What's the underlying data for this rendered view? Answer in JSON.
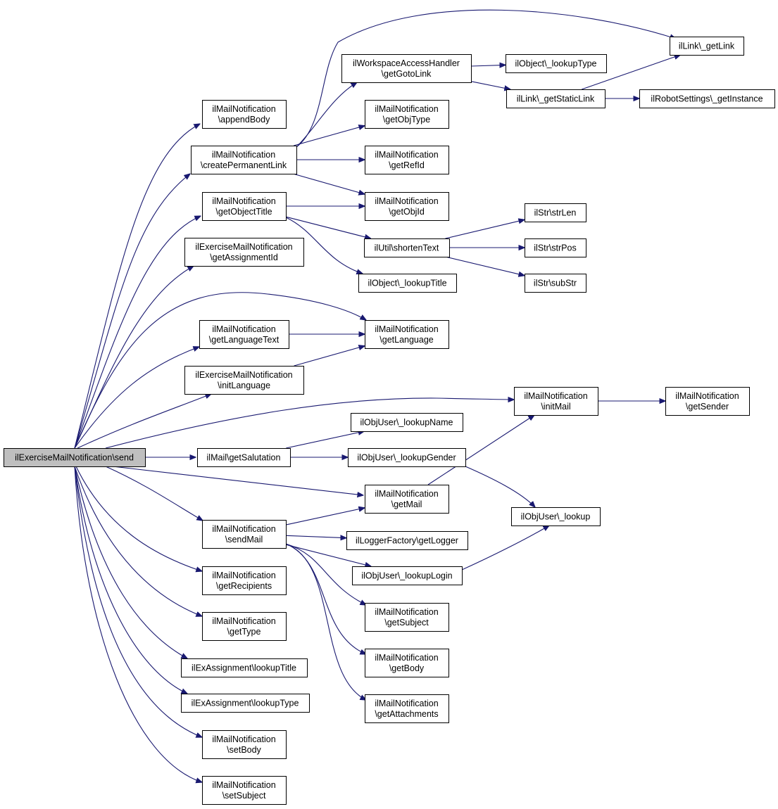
{
  "diagram": {
    "title": "",
    "edge_color": "#191970",
    "root_fill": "#bfbfbf",
    "nodes": [
      {
        "id": "send",
        "lines": [
          "ilExerciseMailNotification\\send"
        ],
        "root": true
      },
      {
        "id": "appendBody",
        "lines": [
          "ilMailNotification",
          "\\appendBody"
        ]
      },
      {
        "id": "createPermanentLink",
        "lines": [
          "ilMailNotification",
          "\\createPermanentLink"
        ]
      },
      {
        "id": "getObjectTitle",
        "lines": [
          "ilMailNotification",
          "\\getObjectTitle"
        ]
      },
      {
        "id": "getAssignmentId",
        "lines": [
          "ilExerciseMailNotification",
          "\\getAssignmentId"
        ]
      },
      {
        "id": "getLanguageText",
        "lines": [
          "ilMailNotification",
          "\\getLanguageText"
        ]
      },
      {
        "id": "initLanguage",
        "lines": [
          "ilExerciseMailNotification",
          "\\initLanguage"
        ]
      },
      {
        "id": "getSalutation",
        "lines": [
          "ilMail\\getSalutation"
        ]
      },
      {
        "id": "sendMail",
        "lines": [
          "ilMailNotification",
          "\\sendMail"
        ]
      },
      {
        "id": "getRecipients",
        "lines": [
          "ilMailNotification",
          "\\getRecipients"
        ]
      },
      {
        "id": "getType",
        "lines": [
          "ilMailNotification",
          "\\getType"
        ]
      },
      {
        "id": "exLookupTitle",
        "lines": [
          "ilExAssignment\\lookupTitle"
        ]
      },
      {
        "id": "exLookupType",
        "lines": [
          "ilExAssignment\\lookupType"
        ]
      },
      {
        "id": "setBody",
        "lines": [
          "ilMailNotification",
          "\\setBody"
        ]
      },
      {
        "id": "setSubject",
        "lines": [
          "ilMailNotification",
          "\\setSubject"
        ]
      },
      {
        "id": "getGotoLink",
        "lines": [
          "ilWorkspaceAccessHandler",
          "\\getGotoLink"
        ]
      },
      {
        "id": "getObjType",
        "lines": [
          "ilMailNotification",
          "\\getObjType"
        ]
      },
      {
        "id": "getRefId",
        "lines": [
          "ilMailNotification",
          "\\getRefId"
        ]
      },
      {
        "id": "getObjId",
        "lines": [
          "ilMailNotification",
          "\\getObjId"
        ]
      },
      {
        "id": "shortenText",
        "lines": [
          "ilUtil\\shortenText"
        ]
      },
      {
        "id": "lookupTitle",
        "lines": [
          "ilObject\\_lookupTitle"
        ]
      },
      {
        "id": "getLanguage",
        "lines": [
          "ilMailNotification",
          "\\getLanguage"
        ]
      },
      {
        "id": "initMail",
        "lines": [
          "ilMailNotification",
          "\\initMail"
        ]
      },
      {
        "id": "lookupName",
        "lines": [
          "ilObjUser\\_lookupName"
        ]
      },
      {
        "id": "lookupGender",
        "lines": [
          "ilObjUser\\_lookupGender"
        ]
      },
      {
        "id": "getMail",
        "lines": [
          "ilMailNotification",
          "\\getMail"
        ]
      },
      {
        "id": "getLogger",
        "lines": [
          "ilLoggerFactory\\getLogger"
        ]
      },
      {
        "id": "lookupLogin",
        "lines": [
          "ilObjUser\\_lookupLogin"
        ]
      },
      {
        "id": "getSubject",
        "lines": [
          "ilMailNotification",
          "\\getSubject"
        ]
      },
      {
        "id": "getBody",
        "lines": [
          "ilMailNotification",
          "\\getBody"
        ]
      },
      {
        "id": "getAttachments",
        "lines": [
          "ilMailNotification",
          "\\getAttachments"
        ]
      },
      {
        "id": "lookupType",
        "lines": [
          "ilObject\\_lookupType"
        ]
      },
      {
        "id": "getStaticLink",
        "lines": [
          "ilLink\\_getStaticLink"
        ]
      },
      {
        "id": "getLink",
        "lines": [
          "ilLink\\_getLink"
        ]
      },
      {
        "id": "getInstance",
        "lines": [
          "ilRobotSettings\\_getInstance"
        ]
      },
      {
        "id": "strLen",
        "lines": [
          "ilStr\\strLen"
        ]
      },
      {
        "id": "strPos",
        "lines": [
          "ilStr\\strPos"
        ]
      },
      {
        "id": "subStr",
        "lines": [
          "ilStr\\subStr"
        ]
      },
      {
        "id": "getSender",
        "lines": [
          "ilMailNotification",
          "\\getSender"
        ]
      },
      {
        "id": "lookup",
        "lines": [
          "ilObjUser\\_lookup"
        ]
      }
    ],
    "edges": [
      [
        "send",
        "appendBody"
      ],
      [
        "send",
        "createPermanentLink"
      ],
      [
        "send",
        "getObjectTitle"
      ],
      [
        "send",
        "getAssignmentId"
      ],
      [
        "send",
        "getLanguage"
      ],
      [
        "send",
        "getLanguageText"
      ],
      [
        "send",
        "initLanguage"
      ],
      [
        "send",
        "initMail"
      ],
      [
        "send",
        "getSalutation"
      ],
      [
        "send",
        "getMail"
      ],
      [
        "send",
        "sendMail"
      ],
      [
        "send",
        "getRecipients"
      ],
      [
        "send",
        "getType"
      ],
      [
        "send",
        "exLookupTitle"
      ],
      [
        "send",
        "exLookupType"
      ],
      [
        "send",
        "setBody"
      ],
      [
        "send",
        "setSubject"
      ],
      [
        "createPermanentLink",
        "getGotoLink"
      ],
      [
        "createPermanentLink",
        "getLink"
      ],
      [
        "createPermanentLink",
        "getObjType"
      ],
      [
        "createPermanentLink",
        "getRefId"
      ],
      [
        "createPermanentLink",
        "getObjId"
      ],
      [
        "getGotoLink",
        "lookupType"
      ],
      [
        "getGotoLink",
        "getStaticLink"
      ],
      [
        "getStaticLink",
        "getLink"
      ],
      [
        "getStaticLink",
        "getInstance"
      ],
      [
        "getObjectTitle",
        "getObjId"
      ],
      [
        "getObjectTitle",
        "shortenText"
      ],
      [
        "getObjectTitle",
        "lookupTitle"
      ],
      [
        "shortenText",
        "strLen"
      ],
      [
        "shortenText",
        "strPos"
      ],
      [
        "shortenText",
        "subStr"
      ],
      [
        "getLanguageText",
        "getLanguage"
      ],
      [
        "initLanguage",
        "getLanguage"
      ],
      [
        "initMail",
        "getSender"
      ],
      [
        "getSalutation",
        "lookupName"
      ],
      [
        "getSalutation",
        "lookupGender"
      ],
      [
        "lookupGender",
        "lookup"
      ],
      [
        "getMail",
        "initMail"
      ],
      [
        "sendMail",
        "getMail"
      ],
      [
        "sendMail",
        "getLogger"
      ],
      [
        "sendMail",
        "lookupLogin"
      ],
      [
        "sendMail",
        "getSubject"
      ],
      [
        "sendMail",
        "getBody"
      ],
      [
        "sendMail",
        "getAttachments"
      ],
      [
        "lookupLogin",
        "lookup"
      ]
    ]
  }
}
